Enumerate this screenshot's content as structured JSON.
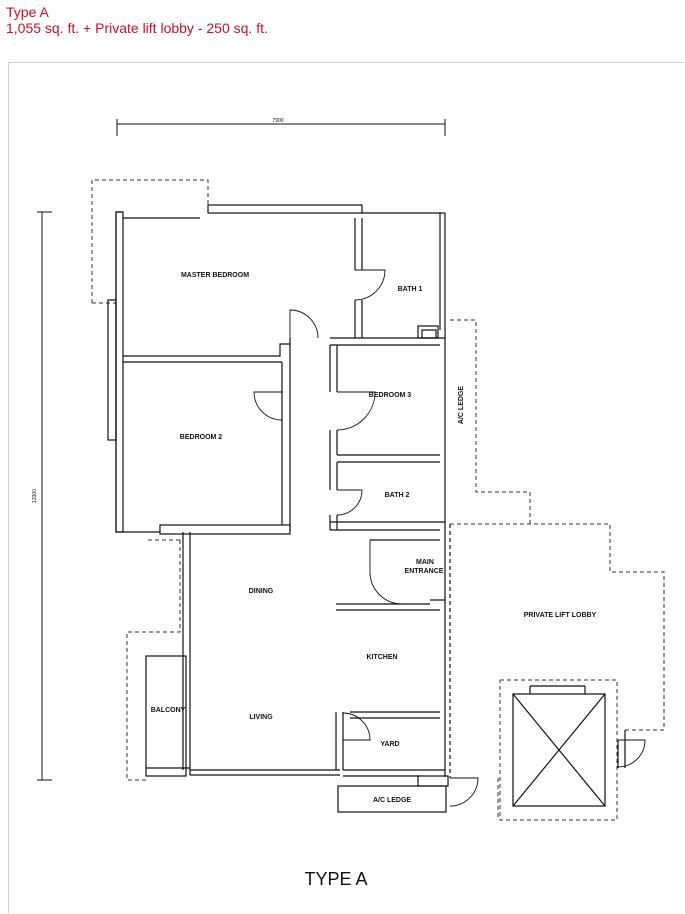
{
  "header": {
    "title": "Type A",
    "subtitle": "1,055 sq. ft. + Private lift lobby - 250 sq. ft."
  },
  "plan": {
    "caption": "TYPE A",
    "dimensions": {
      "width": "7900",
      "height": "13300"
    },
    "rooms": {
      "master_bedroom": "MASTER BEDROOM",
      "bath1": "BATH 1",
      "bedroom3": "BEDROOM 3",
      "bedroom2": "BEDROOM 2",
      "bath2": "BATH 2",
      "main_entrance_line1": "MAIN",
      "main_entrance_line2": "ENTRANCE",
      "dining": "DINING",
      "kitchen": "KITCHEN",
      "living": "LIVING",
      "balcony": "BALCONY",
      "yard": "YARD",
      "ac_ledge_bottom": "A/C LEDGE",
      "ac_ledge_side": "A/C LEDGE",
      "private_lift_lobby": "PRIVATE LIFT LOBBY"
    }
  }
}
